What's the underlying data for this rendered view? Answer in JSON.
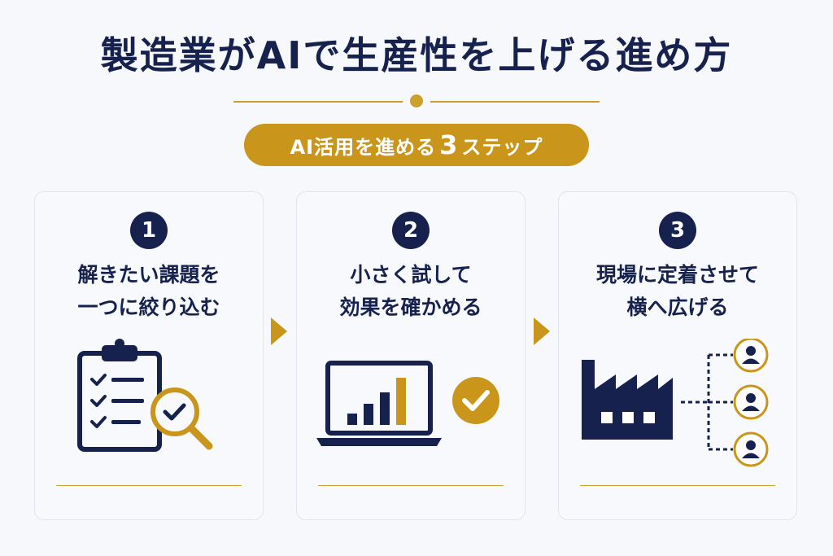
{
  "title": "製造業がAIで生産性を上げる進め方",
  "badge": {
    "prefix": "AI活用を進める",
    "number": "3",
    "suffix": "ステップ"
  },
  "steps": [
    {
      "number": "1",
      "line1": "解きたい課題を",
      "line2": "一つに絞り込む",
      "icon": "clipboard-magnifier-icon"
    },
    {
      "number": "2",
      "line1": "小さく試して",
      "line2": "効果を確かめる",
      "icon": "laptop-chart-check-icon"
    },
    {
      "number": "3",
      "line1": "現場に定着させて",
      "line2": "横へ広げる",
      "icon": "factory-people-icon"
    }
  ],
  "colors": {
    "navy": "#16224d",
    "gold": "#c9961b",
    "background": "#f7f8fb"
  }
}
